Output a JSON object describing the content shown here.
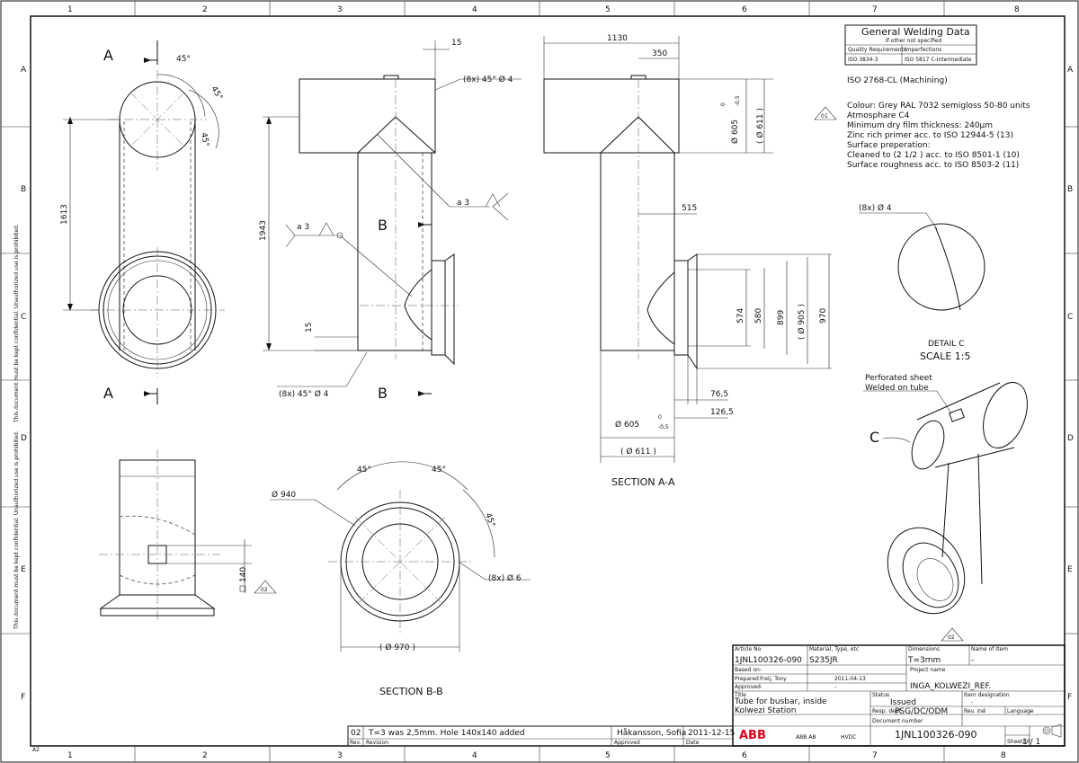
{
  "frame": {
    "columns": [
      "1",
      "2",
      "3",
      "4",
      "5",
      "6",
      "7",
      "8"
    ],
    "rows": [
      "A",
      "B",
      "C",
      "D",
      "E",
      "F"
    ],
    "corner_mark": "A2"
  },
  "views": {
    "view_a_label": "A",
    "view_b_label": "B",
    "section_aa": "SECTION A-A",
    "section_bb": "SECTION B-B",
    "detail_c": "DETAIL C",
    "detail_scale": "SCALE 1:5",
    "detail_c_marker": "C"
  },
  "dimensions": {
    "d1613": "1613",
    "d1943": "1943",
    "d15_top": "15",
    "d15_side": "15",
    "d1130": "1130",
    "d350": "350",
    "d515": "515",
    "d574": "574",
    "d580": "580",
    "d899": "899",
    "d905": "( Ø 905 )",
    "d970": "970",
    "d76_5": "76,5",
    "d126_5": "126,5",
    "d605_top": "Ø 605",
    "d605_tol_top": "0",
    "d605_tol_bot": "-0,5",
    "d611_top": "( Ø 611 )",
    "d605_bottom": "Ø  605",
    "d611_bottom": "( Ø  611 )",
    "holes_top": "(8x) 45°   Ø 4",
    "holes_bottom": "(8x) 45°   Ø 4",
    "holes_bb": "(8x)   Ø 6",
    "holes_detail": "(8x)   Ø 4",
    "d940": "Ø 940",
    "d970_bb": "( Ø 970 )",
    "d140": "140",
    "angle45": "45°",
    "weld_a3": "a 3",
    "tag01": "01",
    "tag02": "02"
  },
  "welding_table": {
    "title": "General Welding Data",
    "subtitle": "If other not specified",
    "col1": "Quality Requirements",
    "col2": "Imperfections",
    "val1": "ISO 3834-3",
    "val2": "ISO 5817 C-Intermediate"
  },
  "notes": {
    "machining": "ISO 2768-CL (Machining)",
    "lines": [
      "Colour: Grey RAL 7032 semigloss 50-80 units",
      "Atmosphare C4",
      "Minimum dry film thickness: 240µm",
      "Zinc rich primer acc. to ISO 12944-5 (13)",
      "Surface preperation:",
      "Cleaned to (2 1/2 ) acc. to ISO 8501-1 (10)",
      "Surface roughness acc. to ISO 8503-2 (11)"
    ]
  },
  "iso_view": {
    "perforated_1": "Perforated sheet",
    "perforated_2": "Welded on tube"
  },
  "revision": {
    "rev": "02",
    "text": "T=3 was 2,5mm. Hole 140x140 added",
    "by": "Håkansson, Sofia",
    "date": "2011-12-15",
    "hdr_rev": "Rev.",
    "hdr_revision": "Revision",
    "hdr_approved": "Approved",
    "hdr_date": "Date"
  },
  "title_block": {
    "article_no_label": "Article No",
    "article_no": "1JNL100326-090",
    "material_label": "Material, Type, etc",
    "material": "S235JR",
    "dimensions_label": "Dimensions",
    "dimensions": "T=3mm",
    "name_of_item_label": "Name of Item",
    "name_of_item": "-",
    "based_on_label": "Based on",
    "based_on": "-",
    "project_name_label": "Project name",
    "project_name": "INGA_KOLWEZI_REF.",
    "prepared_label": "Prepared",
    "prepared": "Freij, Tony",
    "prepared_date": "2011-04-13",
    "approved_label": "Approved",
    "approved": "-",
    "approved_date": "-",
    "title_label": "Title",
    "title_1": "Tube for busbar, inside",
    "title_2": "Kolwezi Station",
    "status_label": "Status",
    "status": "Issued",
    "item_designation_label": "Item designation",
    "item_designation": "-",
    "resp_dept_label": "Resp. dept",
    "resp_dept": "PSG/DC/ODM",
    "rev_ind_label": "Rev. ind",
    "rev_ind": "-",
    "language_label": "Language",
    "language": "-",
    "company": "ABB",
    "company_unit": "ABB AB",
    "division": "HVDC",
    "doc_number_label": "Document number",
    "doc_number": "1JNL100326-090",
    "sheet_label": "Sheet/of",
    "sheet": "1 / 1"
  },
  "side_note": "This document must be kept confidential. Unauthorized use is prohibited."
}
